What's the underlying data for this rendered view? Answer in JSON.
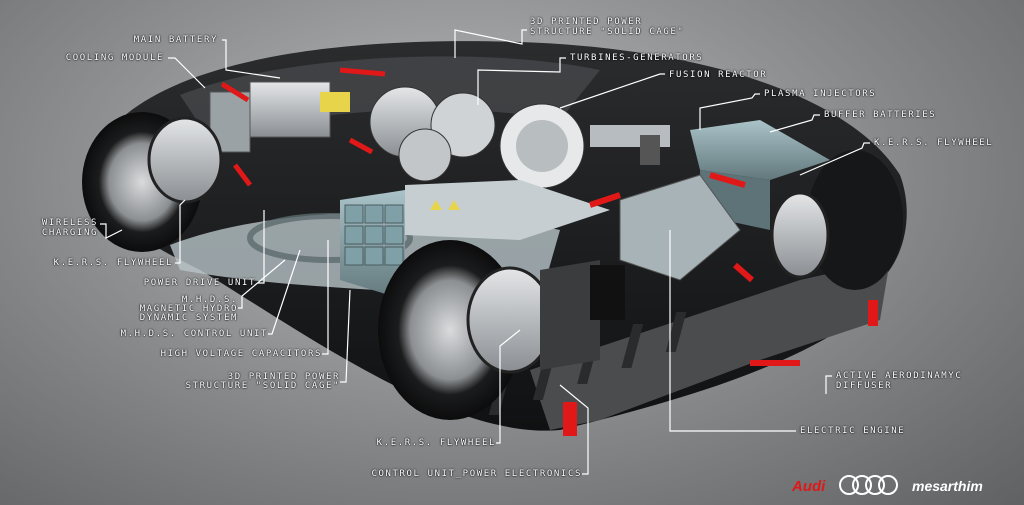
{
  "labels": {
    "main_battery": "MAIN BATTERY",
    "cooling_module": "COOLING MODULE",
    "solid_cage_top_1": "3D PRINTED POWER",
    "solid_cage_top_2": "STRUCTURE \"SOLID CAGE\"",
    "turbines_generators": "TURBINES-GENERATORS",
    "fusion_reactor": "FUSION REACTOR",
    "plasma_injectors": "PLASMA INJECTORS",
    "buffer_batteries": "BUFFER BATTERIES",
    "kers_flywheel_right": "K.E.R.S. FLYWHEEL",
    "wireless_charging_1": "WIRELESS",
    "wireless_charging_2": "CHARGING",
    "kers_flywheel_left": "K.E.R.S. FLYWHEEL",
    "power_drive_unit": "POWER DRIVE UNIT",
    "mhds_1": "M.H.D.S.",
    "mhds_2": "MAGNETIC HYDRO",
    "mhds_3": "DYNAMIC SYSTEM",
    "mhds_control_unit": "M.H.D.S. CONTROL UNIT",
    "high_voltage_capacitors": "HIGH VOLTAGE CAPACITORS",
    "solid_cage_bottom_1": "3D PRINTED POWER",
    "solid_cage_bottom_2": "STRUCTURE \"SOLID CAGE\"",
    "kers_flywheel_bottom": "K.E.R.S. FLYWHEEL",
    "control_unit_power": "CONTROL UNIT_POWER ELECTRONICS",
    "active_diffuser_1": "ACTIVE AERODINAMYC",
    "active_diffuser_2": "DIFFUSER",
    "electric_engine": "ELECTRIC ENGINE"
  },
  "brand": {
    "audi": "Audi",
    "designer": "mesarthim"
  },
  "colors": {
    "accent_red": "#e01818",
    "label": "#ffffff",
    "body": "#3a3c3e"
  }
}
